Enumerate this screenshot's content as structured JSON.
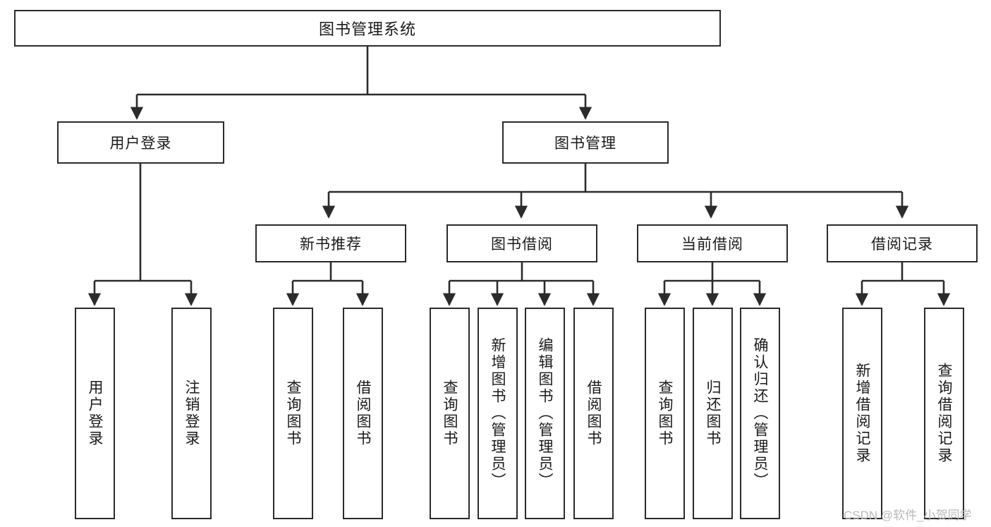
{
  "diagram": {
    "type": "tree-hierarchy",
    "title": "图书管理系统",
    "orientation": "top-down",
    "colors": {
      "background": "#ffffff",
      "box_border": "#2b2b2b",
      "box_fill": "#ffffff",
      "connector": "#2b2b2b",
      "text": "#1a1a1a",
      "watermark": "#b9b9b9"
    }
  },
  "root": {
    "label": "图书管理系统"
  },
  "level1": [
    {
      "label": "用户登录"
    },
    {
      "label": "图书管理"
    }
  ],
  "level2": [
    {
      "label": "新书推荐"
    },
    {
      "label": "图书借阅"
    },
    {
      "label": "当前借阅"
    },
    {
      "label": "借阅记录"
    }
  ],
  "leaves": {
    "user_login": [
      {
        "label": "用户登录"
      },
      {
        "label": "注销登录"
      }
    ],
    "new_book_recommend": [
      {
        "label": "查询图书"
      },
      {
        "label": "借阅图书"
      }
    ],
    "book_borrow": [
      {
        "label": "查询图书"
      },
      {
        "label": "新增图书（管理员）"
      },
      {
        "label": "编辑图书（管理员）"
      },
      {
        "label": "借阅图书"
      }
    ],
    "current_borrow": [
      {
        "label": "查询图书"
      },
      {
        "label": "归还图书"
      },
      {
        "label": "确认归还（管理员）"
      }
    ],
    "borrow_record": [
      {
        "label": "新增借阅记录"
      },
      {
        "label": "查询借阅记录"
      }
    ]
  },
  "watermark": {
    "text": "CSDN @软件_小贺同学"
  }
}
